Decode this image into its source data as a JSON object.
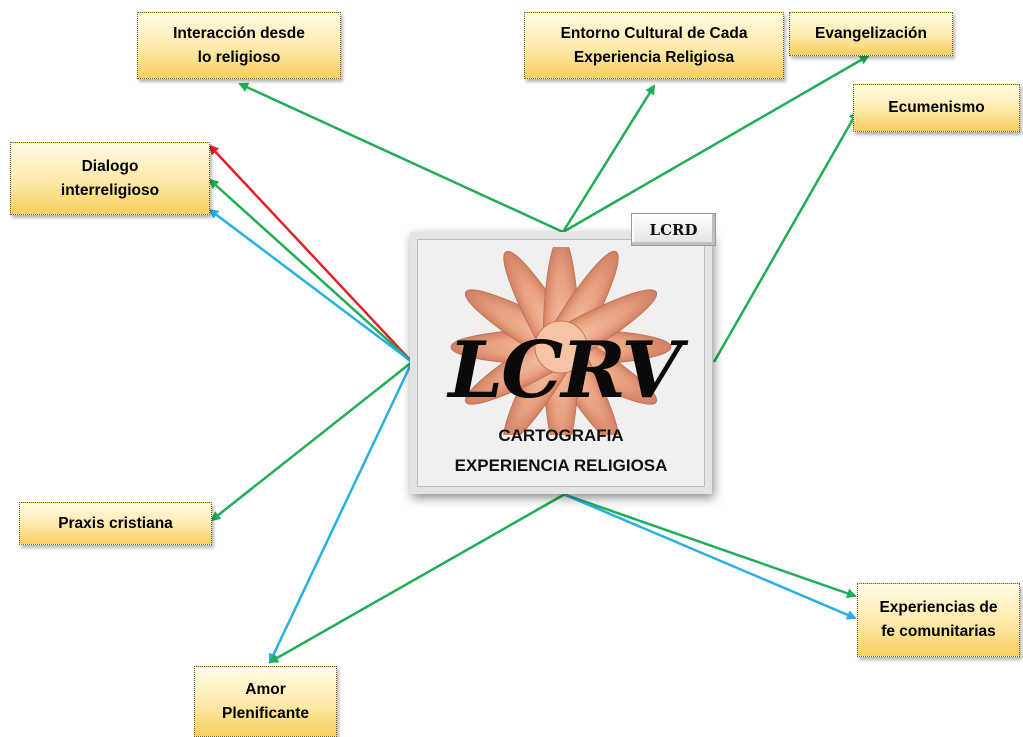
{
  "center": {
    "logo": "LCRV",
    "line1": "CARTOGRAFIA",
    "line2": "EXPERIENCIA RELIGIOSA",
    "badge": "LCRD"
  },
  "nodes": {
    "interaccion": "Interacción desde\nlo religioso",
    "entorno": "Entorno Cultural de Cada\nExperiencia Religiosa",
    "evangelizacion": "Evangelización",
    "ecumenismo": "Ecumenismo",
    "dialogo": "Dialogo\ninterreligioso",
    "praxis": "Praxis cristiana",
    "experiencias": "Experiencias de\nfe comunitarias",
    "amor": "Amor\nPlenificante"
  },
  "colors": {
    "green": "#1fae55",
    "red": "#e0202a",
    "blue": "#29aee6"
  }
}
